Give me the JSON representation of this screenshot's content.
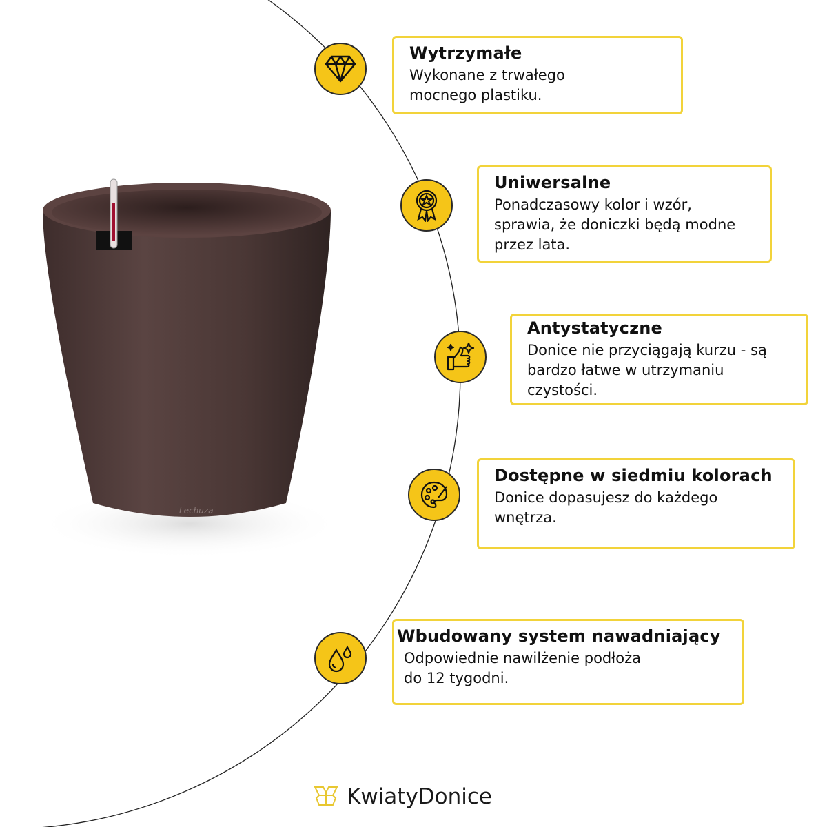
{
  "features": [
    {
      "icon": "diamond-icon",
      "title": "Wytrzymałe",
      "lines": [
        "Wykonane z trwałego",
        "mocnego plastiku."
      ]
    },
    {
      "icon": "award-ribbon-icon",
      "title": "Uniwersalne",
      "lines": [
        "Ponadczasowy kolor i wzór,",
        "sprawia, że doniczki będą modne",
        "przez lata."
      ]
    },
    {
      "icon": "thumbs-up-sparkle-icon",
      "title": "Antystatyczne",
      "lines": [
        "Donice nie przyciągają kurzu - są",
        "bardzo łatwe w utrzymaniu",
        "czystości."
      ]
    },
    {
      "icon": "palette-icon",
      "title": "Dostępne w siedmiu kolorach",
      "lines": [
        "Donice dopasujesz do każdego",
        "wnętrza."
      ]
    },
    {
      "icon": "water-drops-icon",
      "title": "Wbudowany system nawadniający",
      "lines": [
        "Odpowiednie nawilżenie podłoża",
        "do 12 tygodni."
      ]
    }
  ],
  "brand": {
    "name": "KwiatyDonice",
    "pot_logo": "Lechuza"
  },
  "colors": {
    "accent": "#f5c518",
    "border": "#f2d33a",
    "pot": "#4e3a38"
  }
}
